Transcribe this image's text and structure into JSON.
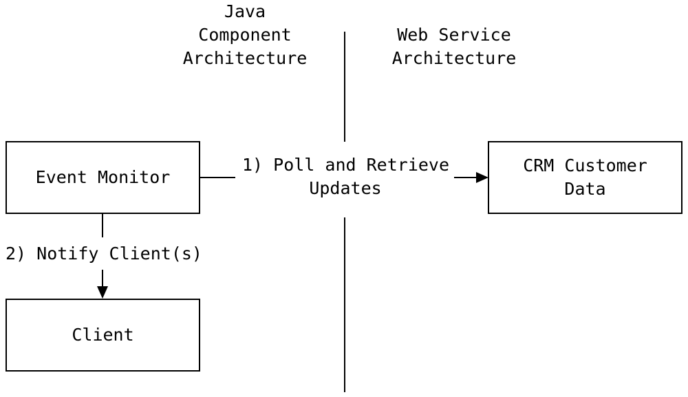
{
  "headings": {
    "left": [
      "Java",
      "Component",
      "Architecture"
    ],
    "right": [
      "Web Service",
      "Architecture"
    ]
  },
  "boxes": {
    "event_monitor": "Event Monitor",
    "crm": [
      "CRM Customer",
      "Data"
    ],
    "client": "Client"
  },
  "arrows": {
    "poll": [
      "1) Poll and Retrieve",
      "Updates"
    ],
    "notify": "2) Notify Client(s)"
  }
}
